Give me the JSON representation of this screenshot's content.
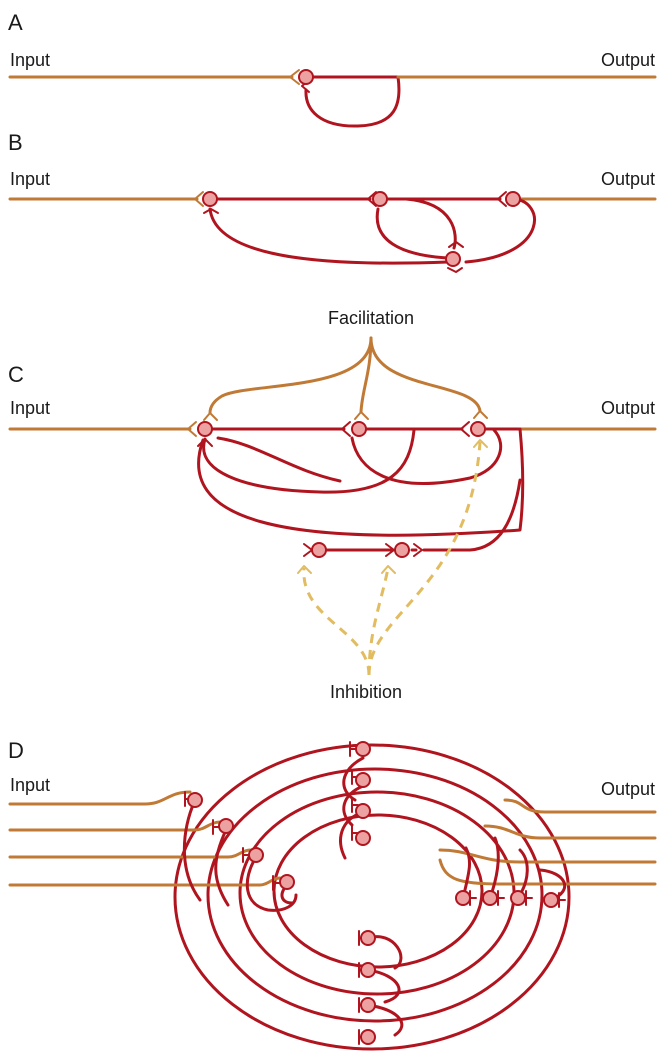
{
  "colors": {
    "input_fiber": "#c07a35",
    "neuron": "#b0151f",
    "cell_body": "#eda2a2",
    "inhibition": "#e2bc60"
  },
  "panels": {
    "a": {
      "letter": "A",
      "input": "Input",
      "output": "Output"
    },
    "b": {
      "letter": "B",
      "input": "Input",
      "output": "Output"
    },
    "c": {
      "letter": "C",
      "input": "Input",
      "output": "Output",
      "facilitation": "Facilitation",
      "inhibition": "Inhibition"
    },
    "d": {
      "letter": "D",
      "input": "Input",
      "output": "Output"
    }
  }
}
